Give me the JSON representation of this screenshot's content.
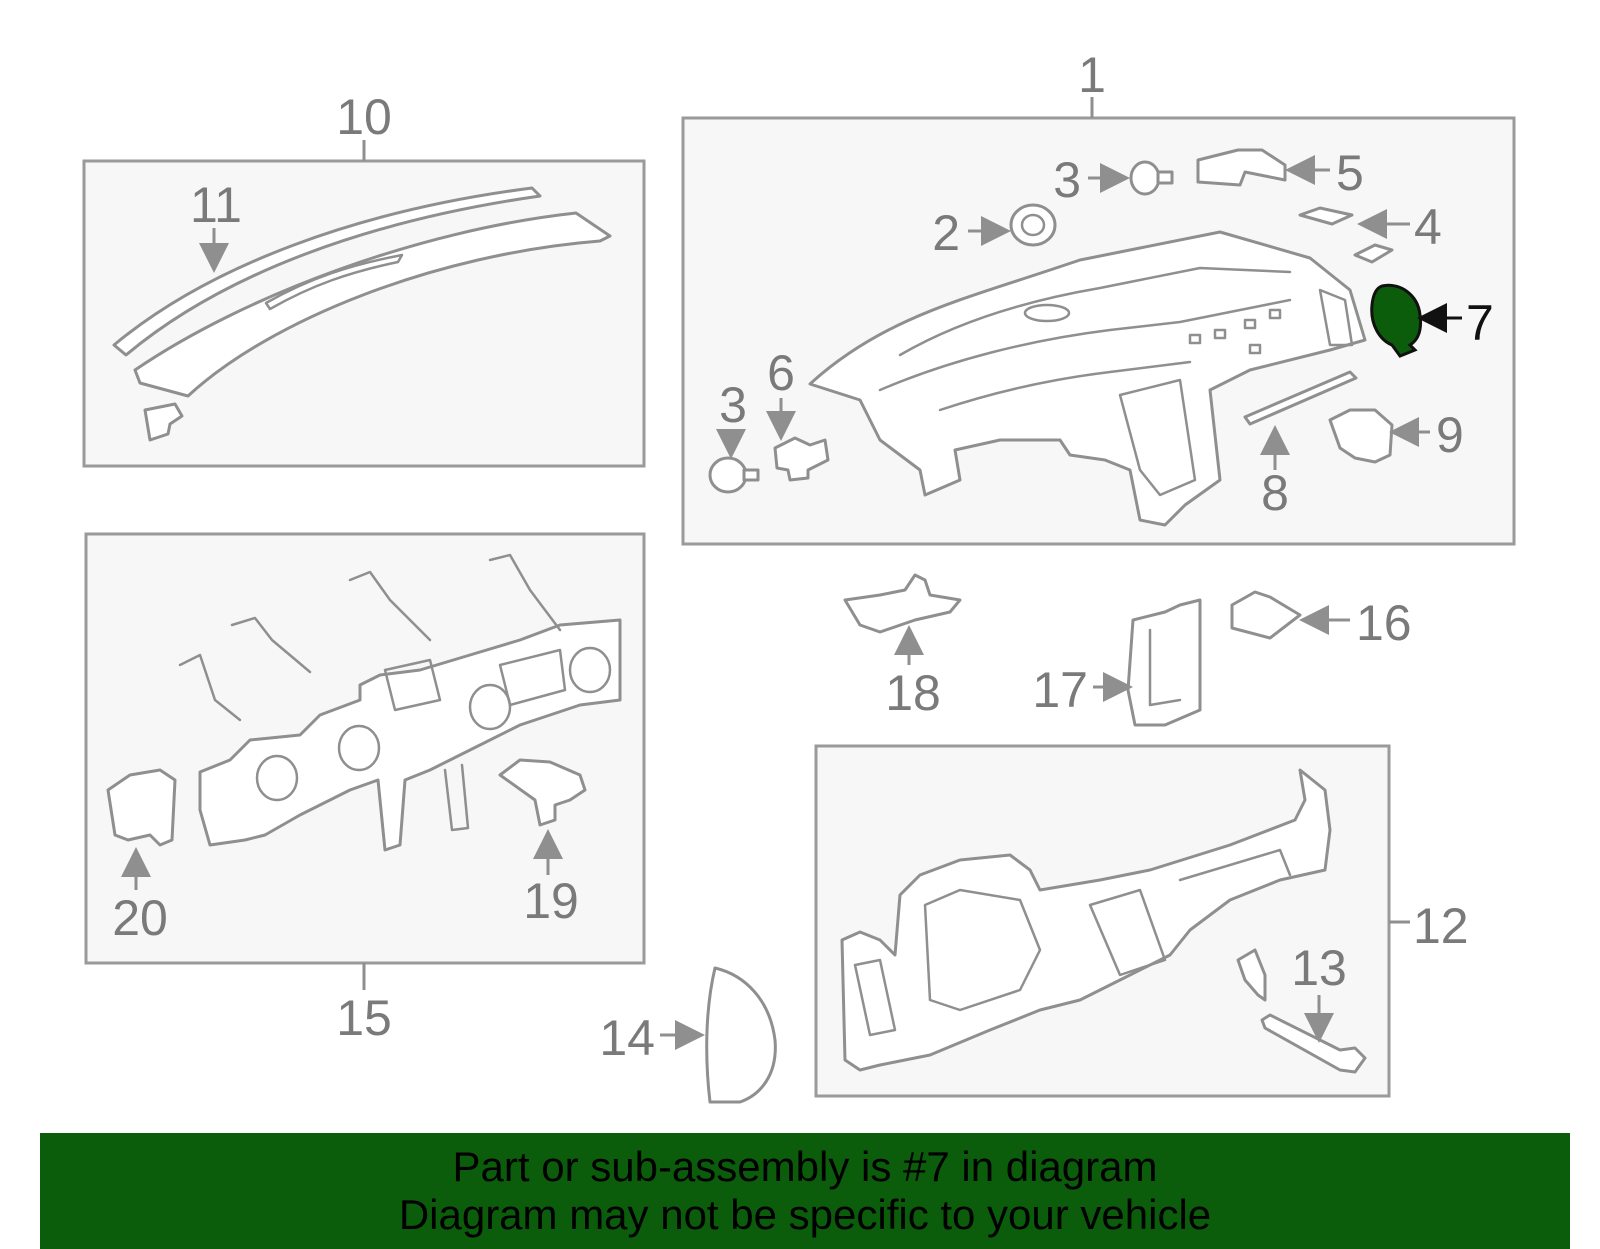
{
  "callouts": {
    "c1": "1",
    "c2": "2",
    "c3a": "3",
    "c3b": "3",
    "c4": "4",
    "c5": "5",
    "c6": "6",
    "c7": "7",
    "c8": "8",
    "c9": "9",
    "c10": "10",
    "c11": "11",
    "c12": "12",
    "c13": "13",
    "c14": "14",
    "c15": "15",
    "c16": "16",
    "c17": "17",
    "c18": "18",
    "c19": "19",
    "c20": "20"
  },
  "highlight": {
    "part_number": "7",
    "color": "#0b5c0b"
  },
  "banner": {
    "line1": "Part or sub-assembly is #7 in diagram",
    "line2": "Diagram may not be specific to your vehicle",
    "background": "#0b5c0b"
  }
}
